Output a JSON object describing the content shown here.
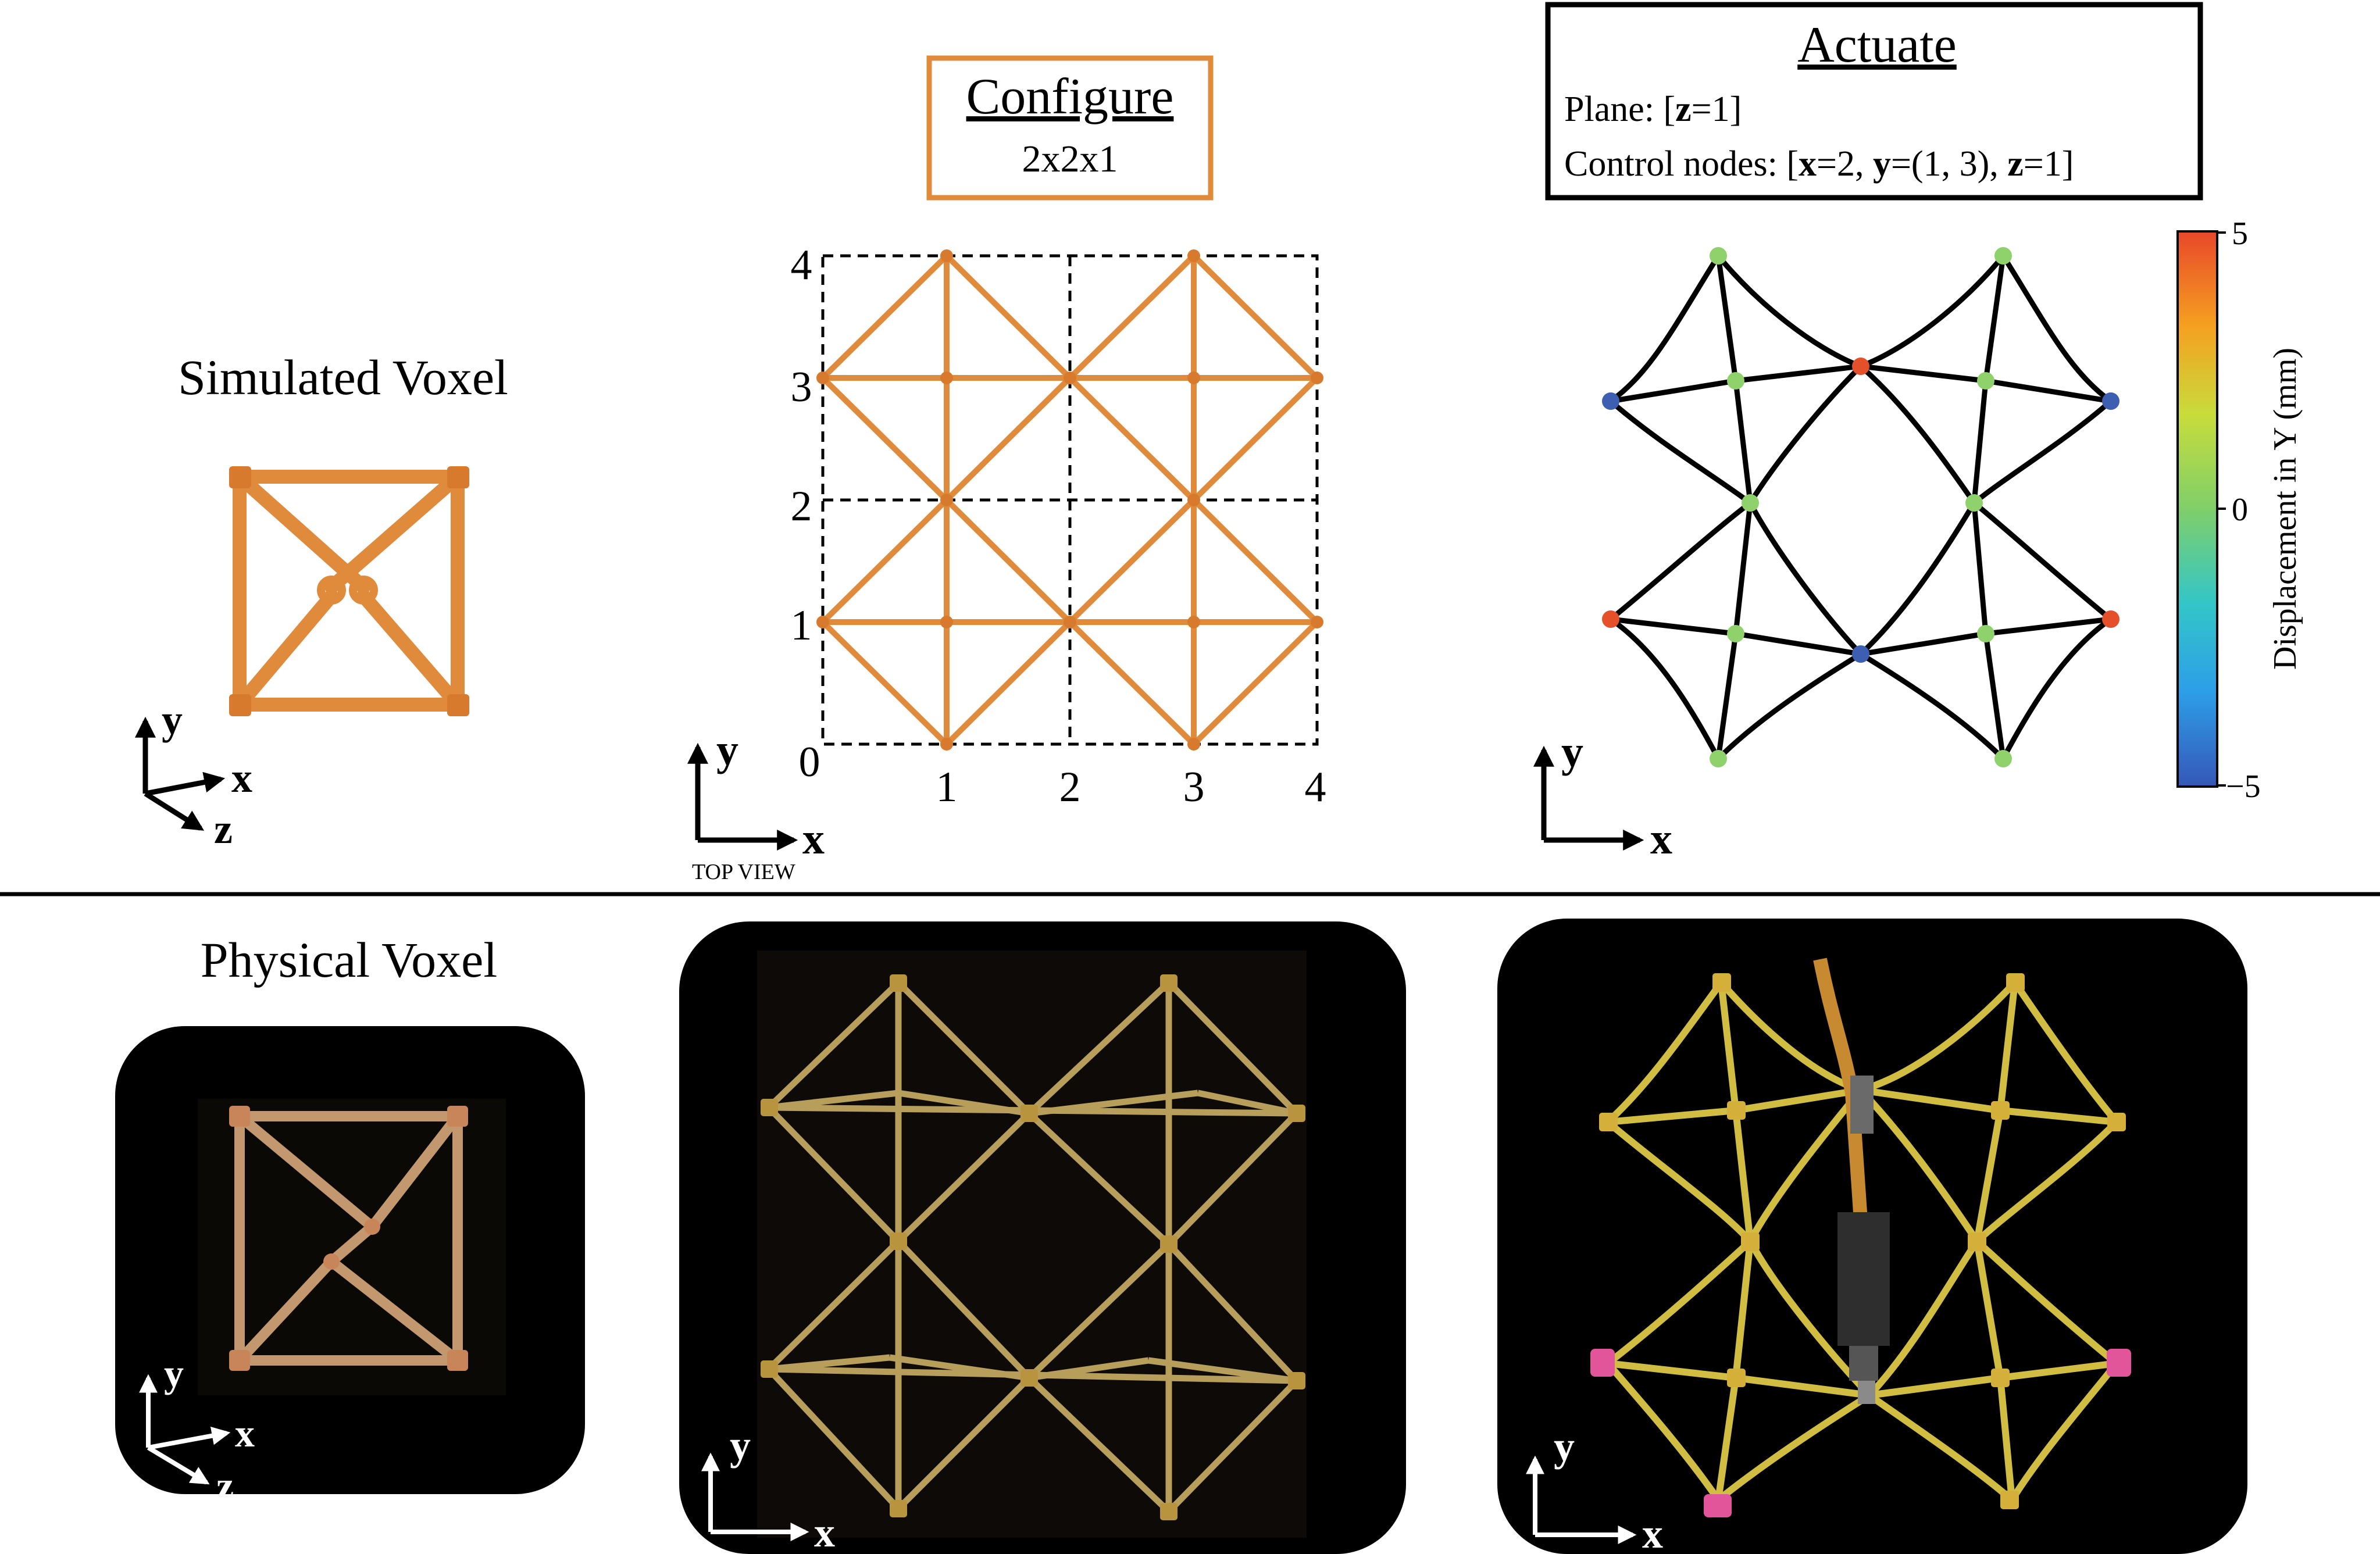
{
  "top": {
    "simulated": {
      "title": "Simulated Voxel",
      "axes": {
        "y": "y",
        "x": "x",
        "z": "z"
      }
    },
    "configure": {
      "title": "Configure",
      "subtitle": "2x2x1",
      "x_ticks": [
        "1",
        "2",
        "3",
        "4"
      ],
      "y_ticks": [
        "1",
        "2",
        "3",
        "4"
      ],
      "origin": "0",
      "axes": {
        "y": "y",
        "x": "x",
        "view": "TOP VIEW"
      }
    },
    "actuate": {
      "title": "Actuate",
      "plane_prefix": "Plane: [",
      "plane_var": "z",
      "plane_rest": "=1]",
      "control_prefix": "Control nodes: [",
      "control_x": "x",
      "control_x_val": "=2, ",
      "control_y": "y",
      "control_y_val": "=(1, 3), ",
      "control_z": "z",
      "control_z_val": "=1]",
      "axes": {
        "y": "y",
        "x": "x"
      },
      "colorbar": {
        "label": "Displacement in Y (mm)",
        "ticks": [
          "5",
          "0",
          "−5"
        ],
        "colors": [
          "#e8472a",
          "#f5a020",
          "#c8dc3c",
          "#7fcf6a",
          "#33c6c8",
          "#2d9ee8",
          "#3557b8"
        ]
      }
    }
  },
  "bottom": {
    "physical": {
      "title": "Physical Voxel",
      "axes": {
        "y": "y",
        "x": "x",
        "z": "z"
      }
    },
    "configured_photo": {
      "axes": {
        "y": "y",
        "x": "x"
      }
    },
    "actuated_photo": {
      "axes": {
        "y": "y",
        "x": "x"
      }
    }
  },
  "colors": {
    "strut_orange": "#e08a3c",
    "node_green": "#8fd16a",
    "node_red": "#e4502a",
    "node_blue": "#3d5fb2",
    "photo_strut": "#d6b86a",
    "actuated_strut": "#e8d24a",
    "pink_anchor": "#e2559a"
  }
}
